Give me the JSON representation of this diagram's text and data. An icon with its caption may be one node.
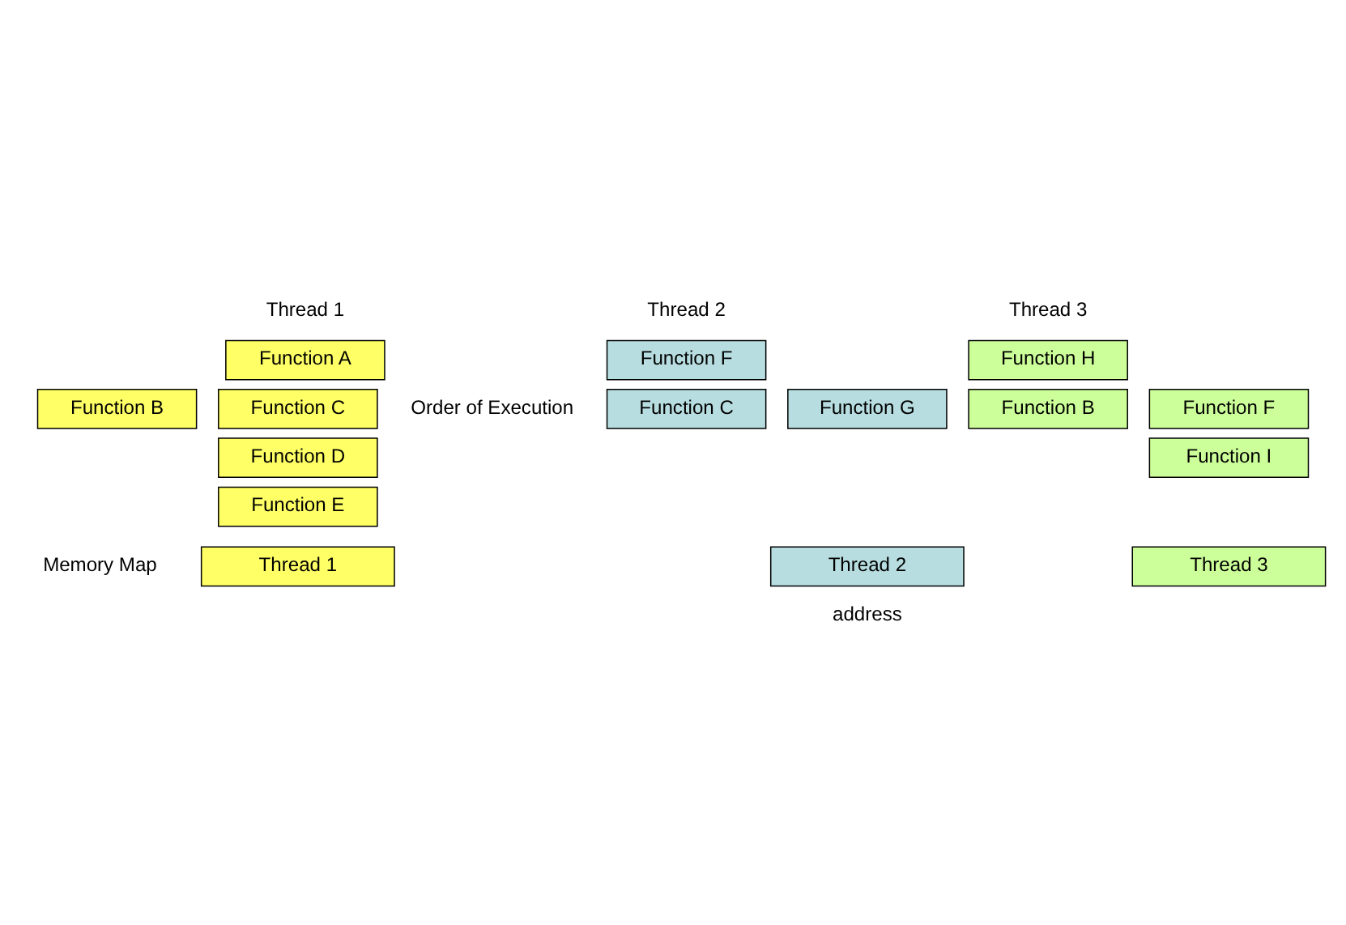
{
  "diagram": {
    "nodes": [
      {
        "text": [
          "Function A"
        ]
      },
      {
        "text": [
          "Function B"
        ]
      },
      {
        "text": [
          "Function C"
        ]
      },
      {
        "text": [
          "Function D"
        ]
      },
      {
        "text": [
          "Function E"
        ]
      },
      {
        "text": [
          "Function F"
        ]
      },
      {
        "text": [
          "Function C"
        ]
      },
      {
        "text": [
          "Function G"
        ]
      },
      {
        "text": [
          "Function H"
        ]
      },
      {
        "text": [
          "Function B"
        ]
      },
      {
        "text": [
          "Function F"
        ]
      },
      {
        "text": [
          "Function I"
        ]
      },
      {
        "text": [
          "Thread 1"
        ]
      },
      {
        "text": [
          "Thread 2"
        ]
      },
      {
        "text": [
          "Thread 3"
        ]
      }
    ],
    "edges": [],
    "labels": [
      "Thread 1",
      "Thread 2",
      "Thread 3",
      "Order of Execution",
      "Memory Map",
      "address"
    ]
  }
}
